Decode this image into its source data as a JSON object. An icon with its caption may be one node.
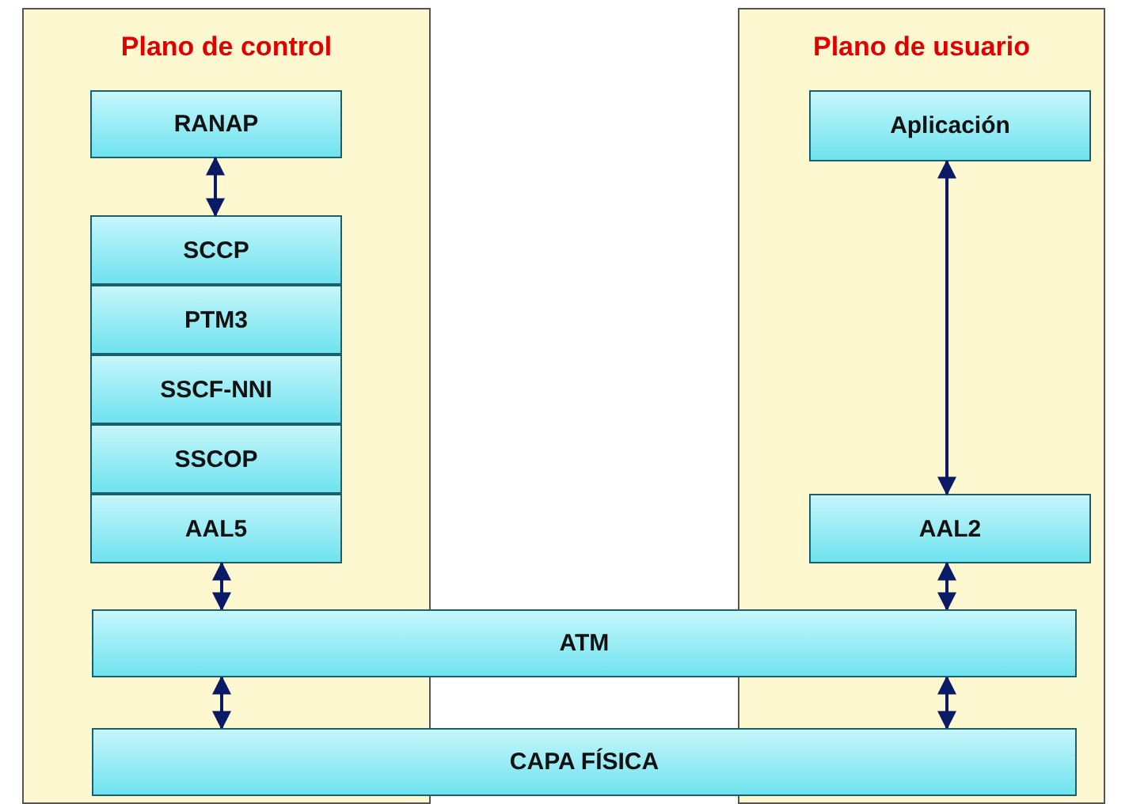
{
  "diagram": {
    "nodes": [
      {
        "text": [
          "Plano de control"
        ]
      },
      {
        "text": [
          "Plano de usuario"
        ]
      },
      {
        "text": [
          "RANAP"
        ],
        "in": 0
      },
      {
        "text": [
          "SCCP"
        ],
        "in": 0
      },
      {
        "text": [
          "PTM3"
        ],
        "in": 0
      },
      {
        "text": [
          "SSCF-NNI"
        ],
        "in": 0
      },
      {
        "text": [
          "SSCOP"
        ],
        "in": 0
      },
      {
        "text": [
          "AAL5"
        ],
        "in": 0
      },
      {
        "text": [
          "Aplicación"
        ],
        "in": 1
      },
      {
        "text": [
          "AAL2"
        ],
        "in": 1
      },
      {
        "text": [
          "ATM"
        ]
      },
      {
        "text": [
          "CAPA FÍSICA"
        ]
      }
    ],
    "edges": [
      {
        "from": 2,
        "to": 3,
        "arrow": "both"
      },
      {
        "from": 8,
        "to": 9,
        "arrow": "both"
      },
      {
        "from": 7,
        "to": 10,
        "arrow": "both"
      },
      {
        "from": 9,
        "to": 10,
        "arrow": "both"
      },
      {
        "from": 10,
        "to": 11,
        "arrow": "both"
      },
      {
        "from": 10,
        "to": 11,
        "arrow": "both"
      }
    ]
  }
}
